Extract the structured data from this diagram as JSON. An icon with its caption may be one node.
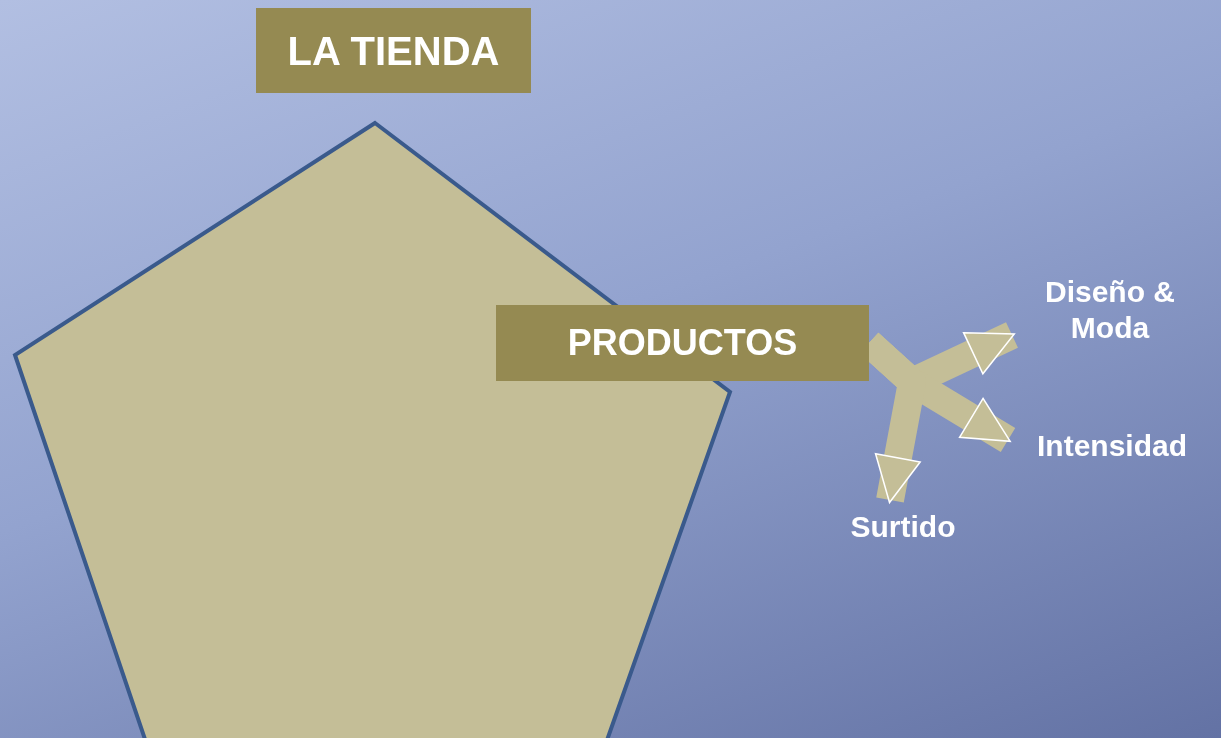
{
  "diagram": {
    "nodes": [
      {
        "text": [
          "LA TIENDA"
        ]
      },
      {
        "text": [],
        "shape": "pentagon"
      },
      {
        "text": [
          "PRODUCTOS"
        ]
      },
      {
        "text": [
          "Diseño & Moda"
        ]
      },
      {
        "text": [
          "Intensidad"
        ]
      },
      {
        "text": [
          "Surtido"
        ]
      }
    ],
    "edges": [
      {
        "from": 2,
        "to": 3,
        "arrow": "to"
      },
      {
        "from": 2,
        "to": 4,
        "arrow": "to"
      },
      {
        "from": 2,
        "to": 5,
        "arrow": "to"
      }
    ]
  }
}
